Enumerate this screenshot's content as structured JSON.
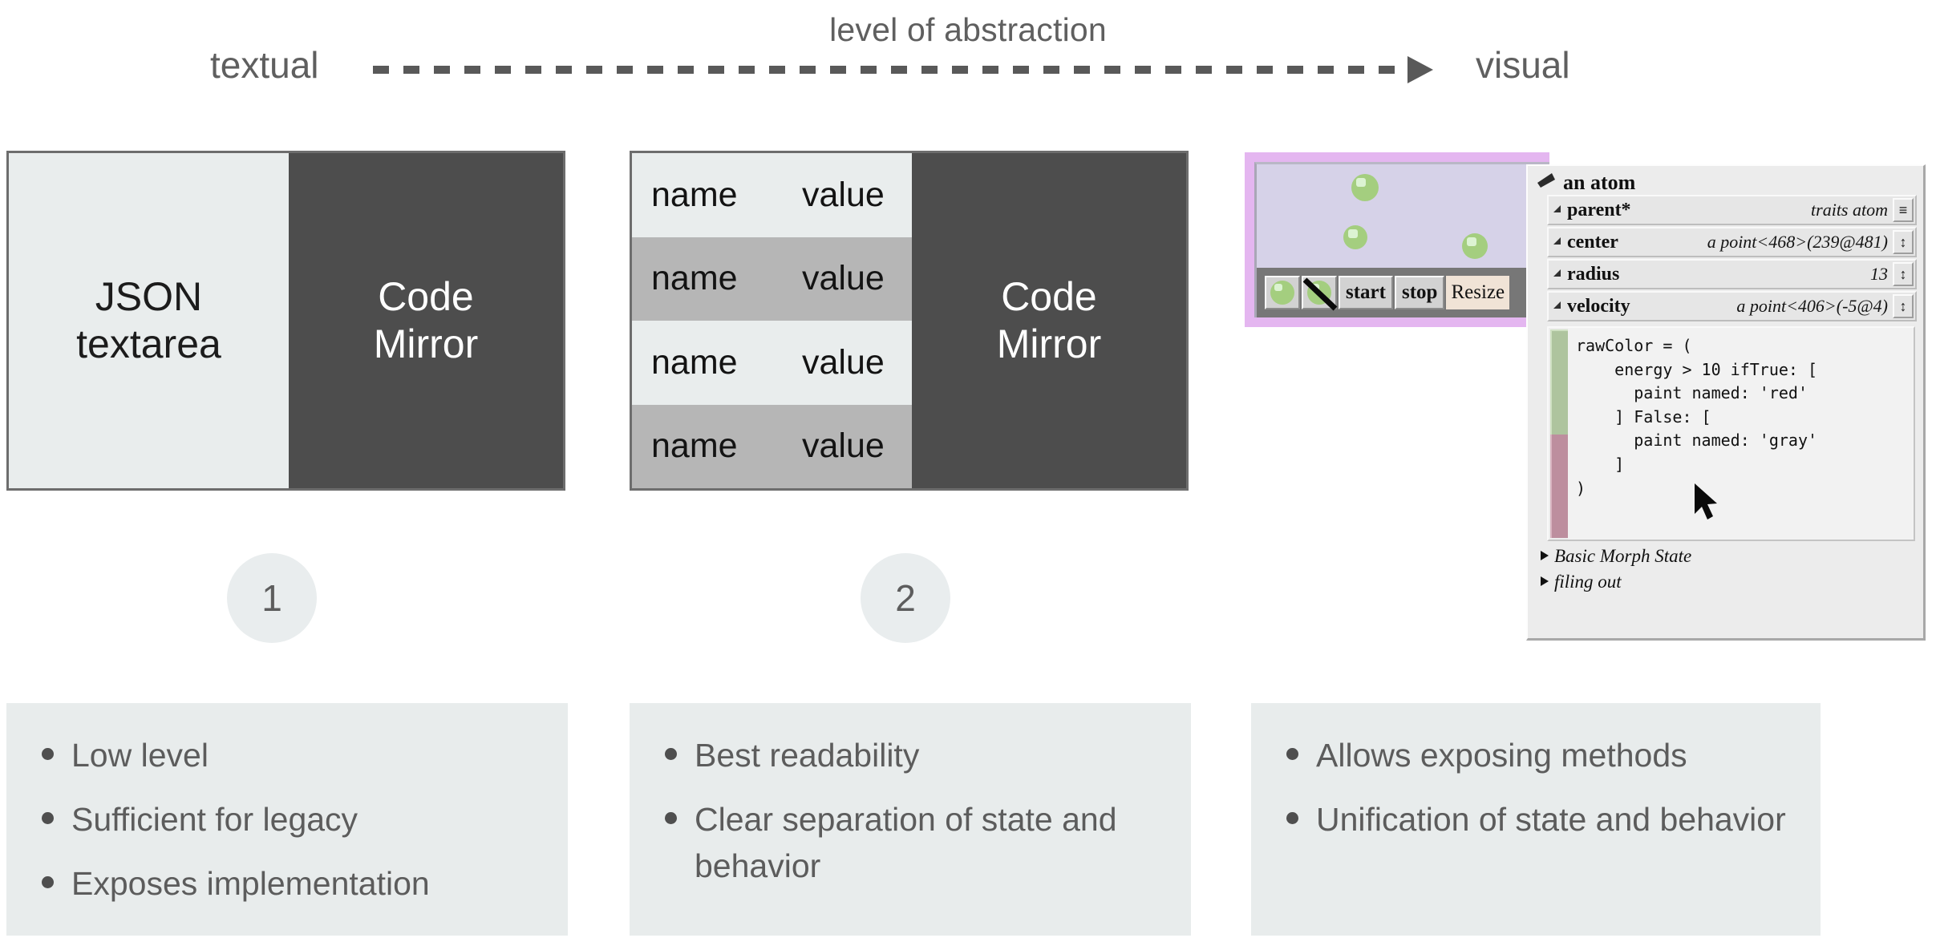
{
  "axis": {
    "title": "level of abstraction",
    "left_label": "textual",
    "right_label": "visual",
    "arrow_icon": "arrow-right-icon"
  },
  "panels": [
    {
      "id": 1,
      "step_number": "1",
      "left_label": "JSON\ntextarea",
      "right_label": "Code\nMirror"
    },
    {
      "id": 2,
      "step_number": "2",
      "right_label": "Code\nMirror",
      "table": {
        "rows": [
          {
            "name": "name",
            "value": "value"
          },
          {
            "name": "name",
            "value": "value"
          },
          {
            "name": "name",
            "value": "value"
          },
          {
            "name": "name",
            "value": "value"
          }
        ]
      }
    }
  ],
  "morphic": {
    "world_atoms": 3,
    "toolbar": {
      "icon_button_1": "green-ball-icon",
      "icon_button_2": "green-ball-crossed-icon",
      "start_label": "start",
      "stop_label": "stop",
      "resize_label": "Resize"
    }
  },
  "inspector": {
    "title": "an atom",
    "title_icon": "flag-icon",
    "rows": [
      {
        "key": "parent*",
        "value": "traits atom",
        "control": "≡"
      },
      {
        "key": "center",
        "value": "a point<468>(239@481)",
        "control": "↕"
      },
      {
        "key": "radius",
        "value": "13",
        "control": "↕"
      },
      {
        "key": "velocity",
        "value": "a point<406>(-5@4)",
        "control": "↕"
      }
    ],
    "code": "rawColor = (\n    energy > 10 ifTrue: [\n      paint named: 'red'\n    ] False: [\n      paint named: 'gray'\n    ]\n)",
    "footer_rows": [
      {
        "label": "Basic Morph State",
        "icon": "triangle-right-icon"
      },
      {
        "label": "filing out",
        "icon": "triangle-right-icon"
      }
    ]
  },
  "bullet_boxes": [
    {
      "items": [
        "Low level",
        "Sufficient for legacy",
        "Exposes implementation"
      ]
    },
    {
      "items": [
        "Best readability",
        "Clear separation of state and behavior"
      ]
    },
    {
      "items": [
        "Allows exposing methods",
        "Unification of state and behavior"
      ]
    }
  ],
  "colors": {
    "panel_light": "#e9eded",
    "panel_dark": "#4d4d4d",
    "panel_border": "#6d6d6d",
    "row_alt": "#b6b6b6",
    "bullet_box": "#e8ecec",
    "text_gray": "#5c5c5c",
    "morphic_frame": "#e4b6f0",
    "morphic_world": "#d6d2e8",
    "atom_green": "#a4ce7f",
    "inspector_bg": "#ececec"
  }
}
